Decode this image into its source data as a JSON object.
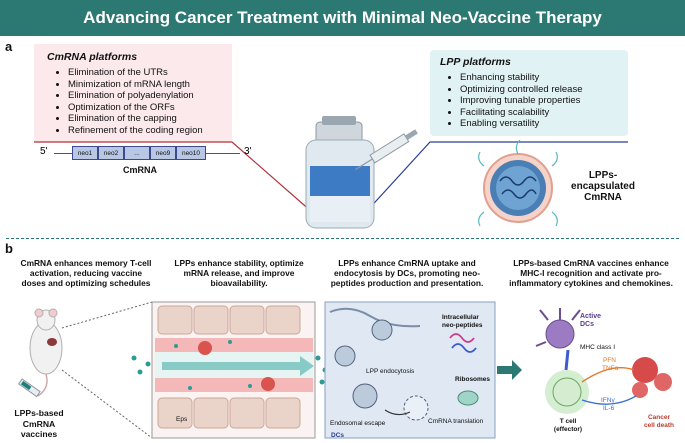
{
  "title": "Advancing Cancer Treatment with Minimal Neo-Vaccine Therapy",
  "panel_a": {
    "letter": "a",
    "cmrna_box": {
      "title": "CmRNA platforms",
      "items": [
        "Elimination of the UTRs",
        "Minimization of mRNA length",
        "Elimination of polyadenylation",
        "Optimization of the ORFs",
        "Elimination of the capping",
        "Refinement of the coding region"
      ]
    },
    "lpp_box": {
      "title": "LPP platforms",
      "items": [
        "Enhancing stability",
        "Optimizing controlled release",
        "Improving tunable properties",
        "Facilitating scalability",
        "Enabling versatility"
      ]
    },
    "construct": {
      "five_prime": "5'",
      "three_prime": "3'",
      "segments": [
        "neo1",
        "neo2",
        "...",
        "neo9",
        "neo10"
      ],
      "label": "CmRNA"
    },
    "nanoparticle_label_line1": "LPPs-encapsulated",
    "nanoparticle_label_line2": "CmRNA"
  },
  "panel_b": {
    "letter": "b",
    "steps": [
      {
        "line1": "CmRNA enhances memory T-cell",
        "line2": "activation, reducing vaccine",
        "line3": "doses and optimizing schedules"
      },
      {
        "line1": "LPPs enhance stability, optimize",
        "line2": "mRNA release, and improve",
        "line3": "bioavailability."
      },
      {
        "line1": "LPPs enhance CmRNA uptake and",
        "line2": "endocytosis by DCs, promoting neo-",
        "line3": "peptides production and presentation."
      },
      {
        "line1": "LPPs-based CmRNA vaccines enhance",
        "line2": "MHC-I recognition and activate pro-",
        "line3": "inflammatory cytokines and chemokines."
      }
    ],
    "vaccine_label_line1": "LPPs-based",
    "vaccine_label_line2": "CmRNA vaccines",
    "eps_label": "Eps",
    "dcs_panel": {
      "intracellular_line1": "Intracellular",
      "intracellular_line2": "neo-peptides",
      "endocytosis": "LPP endocytosis",
      "ribosomes": "Ribosomes",
      "endosomal_escape": "Endosomal escape",
      "translation": "CmRNA translation",
      "dcs": "DCs"
    },
    "immune": {
      "active_dcs_line1": "Active",
      "active_dcs_line2": "DCs",
      "mhc": "MHC class I",
      "pfn": "PFN",
      "tnf": "TNFα",
      "ifn": "IFNγ",
      "il": "IL-6",
      "tcell_line1": "T cell",
      "tcell_line2": "(effector)",
      "death_line1": "Cancer",
      "death_line2": "cell death"
    }
  },
  "colors": {
    "header": "#2c7873",
    "cmrna_box": "#fbe9ec",
    "lpp_box": "#e1f2f4",
    "connector_red": "#b3303a",
    "connector_blue": "#2b3f93"
  }
}
